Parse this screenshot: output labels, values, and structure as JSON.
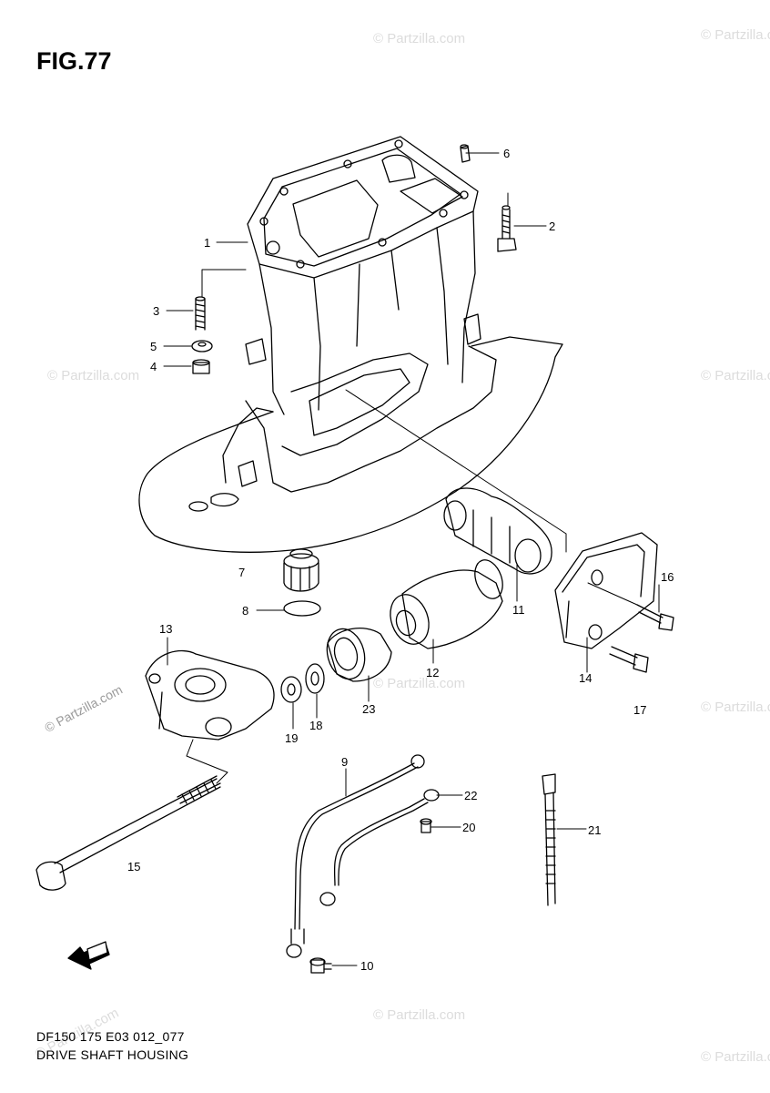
{
  "figure": {
    "title": "FIG.77",
    "footer_code": "DF150 175 E03 012_077",
    "footer_title": "DRIVE SHAFT HOUSING"
  },
  "watermark": "© Partzilla.com",
  "parts": [
    {
      "id": "p1",
      "label": "1"
    },
    {
      "id": "p2",
      "label": "2"
    },
    {
      "id": "p3",
      "label": "3"
    },
    {
      "id": "p4",
      "label": "4"
    },
    {
      "id": "p5",
      "label": "5"
    },
    {
      "id": "p6",
      "label": "6"
    },
    {
      "id": "p7",
      "label": "7"
    },
    {
      "id": "p8",
      "label": "8"
    },
    {
      "id": "p9",
      "label": "9"
    },
    {
      "id": "p10",
      "label": "10"
    },
    {
      "id": "p11",
      "label": "11"
    },
    {
      "id": "p12",
      "label": "12"
    },
    {
      "id": "p13",
      "label": "13"
    },
    {
      "id": "p14",
      "label": "14"
    },
    {
      "id": "p15",
      "label": "15"
    },
    {
      "id": "p16",
      "label": "16"
    },
    {
      "id": "p17",
      "label": "17"
    },
    {
      "id": "p18",
      "label": "18"
    },
    {
      "id": "p19",
      "label": "19"
    },
    {
      "id": "p20",
      "label": "20"
    },
    {
      "id": "p21",
      "label": "21"
    },
    {
      "id": "p22",
      "label": "22"
    },
    {
      "id": "p23",
      "label": "23"
    }
  ],
  "icons": {
    "front_arrow": "front-direction-arrow-icon"
  }
}
